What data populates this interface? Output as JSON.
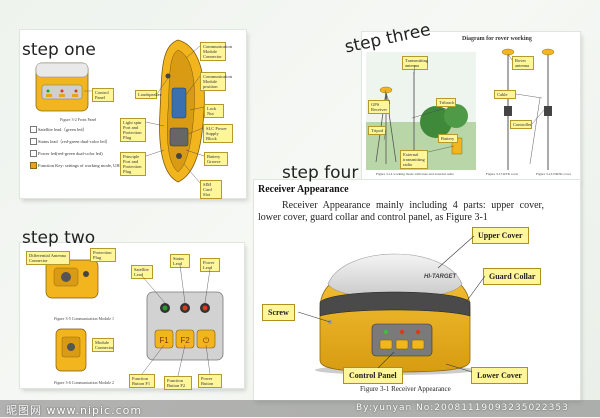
{
  "steps": {
    "one": "step one",
    "two": "step two",
    "three": "step three",
    "four": "step four"
  },
  "panel_one": {
    "caption": "Figure 3-2 Front Panel",
    "control_panel": "Control Panel",
    "legend": [
      "Satellite lead（green led）",
      "Status lead（red-green dual-color led）",
      "Power led(red-green dual-color led)",
      "Function Key: settings of working mode, UHF radio"
    ],
    "callouts": [
      "Loudspeaker",
      "Communication Module Connector",
      "Communication Module position",
      "Lock Nut",
      "Light spin Port and Protection Plug",
      "SLC Power Supply Block",
      "Principle Port and Protection Plug",
      "Battery Groove",
      "SIM Card Slot"
    ]
  },
  "panel_two": {
    "callouts": [
      "Differential Antenna Connector",
      "Protection Plug",
      "Module Connector",
      "Satellite Lead",
      "Status Lead",
      "Power Lead",
      "Function Button F1",
      "Function Button F2",
      "Power Button"
    ],
    "captions": [
      "Figure 3-5 Communication Module 1",
      "Figure 3-6 Communication Module 2"
    ]
  },
  "panel_three": {
    "title": "Diagram for rover working",
    "callouts": [
      "Transmitting antenna",
      "GPS Receiver",
      "Tribrach",
      "Tripod",
      "Rover antenna",
      "Controller",
      "Battery",
      "External transmitting radio",
      "Cable"
    ],
    "captions": [
      "Figure 3-14 working mode with base and external radio",
      "Figure 3-15 RTK rover",
      "Figure 3-16 NRTK rover"
    ]
  },
  "panel_four": {
    "heading": "Receiver Appearance",
    "body": "Receiver Appearance mainly including 4 parts: upper cover, lower cover, guard collar and control panel, as Figure 3-1",
    "callouts": {
      "upper_cover": "Upper Cover",
      "guard_collar": "Guard Collar",
      "screw": "Screw",
      "control_panel": "Control Panel",
      "lower_cover": "Lower Cover"
    },
    "caption": "Figure 3-1 Receiver Appearance",
    "brand": "HI-TARGET"
  },
  "watermarks": {
    "left": "昵图网 www.nipic.com",
    "right": "By:yunyan  No:20081119093235022353"
  },
  "colors": {
    "receiver_yellow": "#f2b51e",
    "receiver_dark": "#4a4a4a",
    "callout_fill": "#fff59a"
  }
}
